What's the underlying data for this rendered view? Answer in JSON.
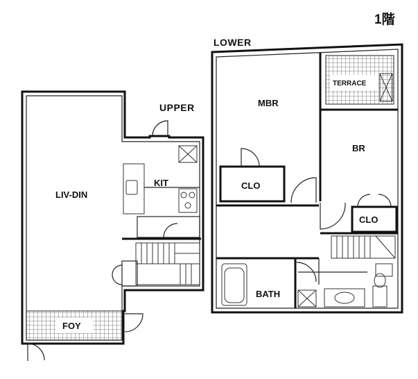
{
  "floor_label": "1階",
  "sections": {
    "upper": "UPPER",
    "lower": "LOWER"
  },
  "rooms": {
    "liv_din": "LIV-DIN",
    "kit": "KIT",
    "foy": "FOY",
    "mbr": "MBR",
    "br": "BR",
    "clo_mbr": "CLO",
    "clo_br": "CLO",
    "terrace": "TERRACE",
    "bath": "BATH"
  },
  "colors": {
    "wall": "#111111",
    "background": "#ffffff",
    "tile": "#555555"
  }
}
